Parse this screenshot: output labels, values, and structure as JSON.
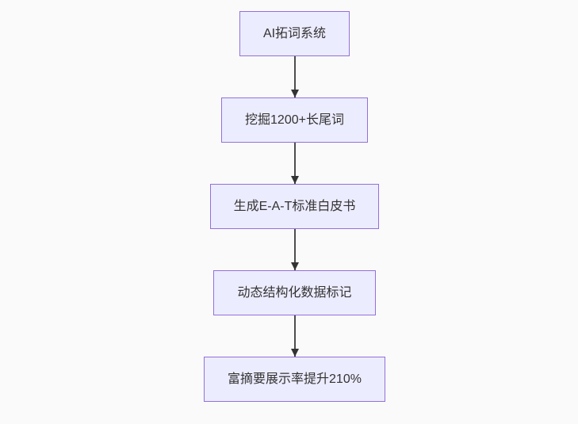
{
  "diagram": {
    "type": "flowchart",
    "direction": "top-down",
    "nodes": [
      {
        "id": "A",
        "label": "AI拓词系统"
      },
      {
        "id": "B",
        "label": "挖掘1200+长尾词"
      },
      {
        "id": "C",
        "label": "生成E-A-T标准白皮书"
      },
      {
        "id": "D",
        "label": "动态结构化数据标记"
      },
      {
        "id": "E",
        "label": "富摘要展示率提升210%"
      }
    ],
    "edges": [
      {
        "from": "A",
        "to": "B",
        "arrow": "solid"
      },
      {
        "from": "B",
        "to": "C",
        "arrow": "solid"
      },
      {
        "from": "C",
        "to": "D",
        "arrow": "solid"
      },
      {
        "from": "D",
        "to": "E",
        "arrow": "solid"
      }
    ],
    "colors": {
      "background": "#fafafa",
      "node_fill": "#ececff",
      "node_border": "#9370db",
      "node_text": "#333333",
      "edge_line": "#4d4d4d",
      "arrowhead": "#333333"
    }
  }
}
